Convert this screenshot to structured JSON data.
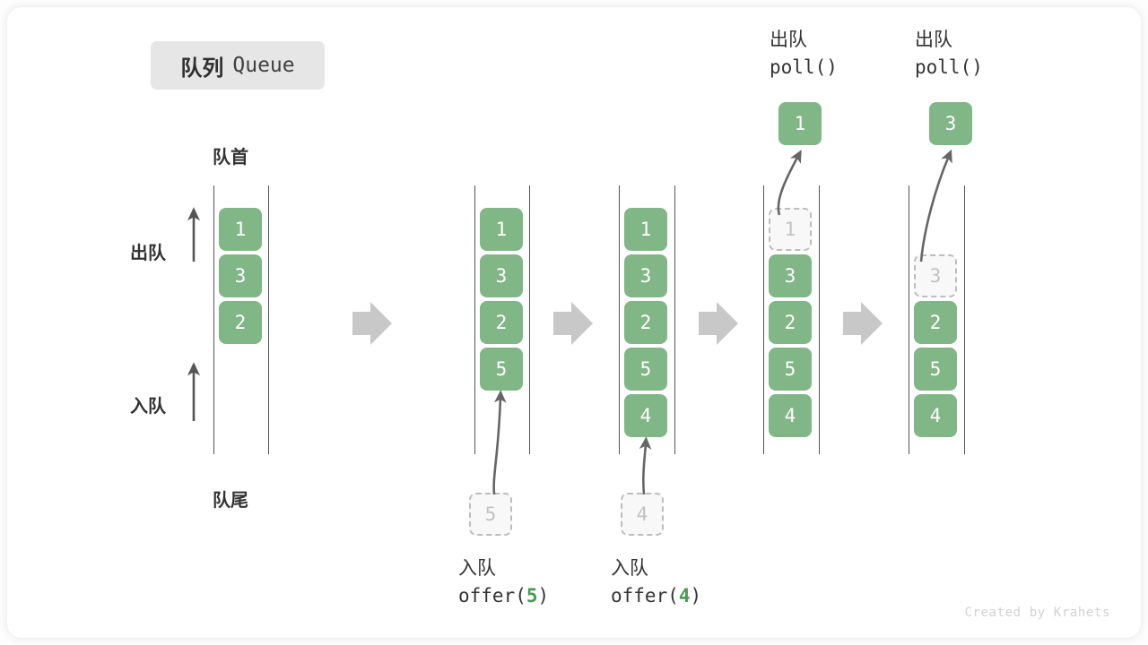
{
  "title": {
    "cn": "队列",
    "en": "Queue"
  },
  "labels": {
    "head": "队首",
    "tail": "队尾",
    "dequeue_cn": "出队",
    "enqueue_cn": "入队",
    "poll_cn": "出队",
    "poll_code": "poll()",
    "offer_cn": "入队",
    "offer_code_prefix": "offer(",
    "offer_code_suffix": ")"
  },
  "colors": {
    "cell_green": "#81b687",
    "cell_text": "#ffffff",
    "ghost_fill": "#f8f8f8",
    "ghost_border": "#bdbdbd",
    "ghost_text": "#c2c2c2",
    "rail": "#555555",
    "arrow_block": "#c8c8c8",
    "arrow_curve": "#666666",
    "chip_bg": "#e6e6e6",
    "accent_arg": "#4a9a52"
  },
  "steps": [
    {
      "id": "step-1",
      "cells": [
        {
          "value": "1",
          "state": "filled"
        },
        {
          "value": "3",
          "state": "filled"
        },
        {
          "value": "2",
          "state": "filled"
        }
      ],
      "side_labels": [
        "出队",
        "入队"
      ],
      "head_label": "队首",
      "tail_label": "队尾"
    },
    {
      "id": "step-2",
      "cells": [
        {
          "value": "1",
          "state": "filled"
        },
        {
          "value": "3",
          "state": "filled"
        },
        {
          "value": "2",
          "state": "filled"
        },
        {
          "value": "5",
          "state": "filled"
        }
      ],
      "incoming": {
        "value": "5",
        "state": "ghost"
      },
      "op_cn": "入队",
      "op_code": "offer(5)",
      "op_arg": "5"
    },
    {
      "id": "step-3",
      "cells": [
        {
          "value": "1",
          "state": "filled"
        },
        {
          "value": "3",
          "state": "filled"
        },
        {
          "value": "2",
          "state": "filled"
        },
        {
          "value": "5",
          "state": "filled"
        },
        {
          "value": "4",
          "state": "filled"
        }
      ],
      "incoming": {
        "value": "4",
        "state": "ghost"
      },
      "op_cn": "入队",
      "op_code": "offer(4)",
      "op_arg": "4"
    },
    {
      "id": "step-4",
      "cells": [
        {
          "value": "1",
          "state": "ghost"
        },
        {
          "value": "3",
          "state": "filled"
        },
        {
          "value": "2",
          "state": "filled"
        },
        {
          "value": "5",
          "state": "filled"
        },
        {
          "value": "4",
          "state": "filled"
        }
      ],
      "outgoing": {
        "value": "1",
        "state": "filled"
      },
      "op_cn": "出队",
      "op_code": "poll()"
    },
    {
      "id": "step-5",
      "cells": [
        {
          "value": "",
          "state": "empty"
        },
        {
          "value": "3",
          "state": "ghost"
        },
        {
          "value": "2",
          "state": "filled"
        },
        {
          "value": "5",
          "state": "filled"
        },
        {
          "value": "4",
          "state": "filled"
        }
      ],
      "outgoing": {
        "value": "3",
        "state": "filled"
      },
      "op_cn": "出队",
      "op_code": "poll()"
    }
  ],
  "watermark": "Created by Krahets"
}
